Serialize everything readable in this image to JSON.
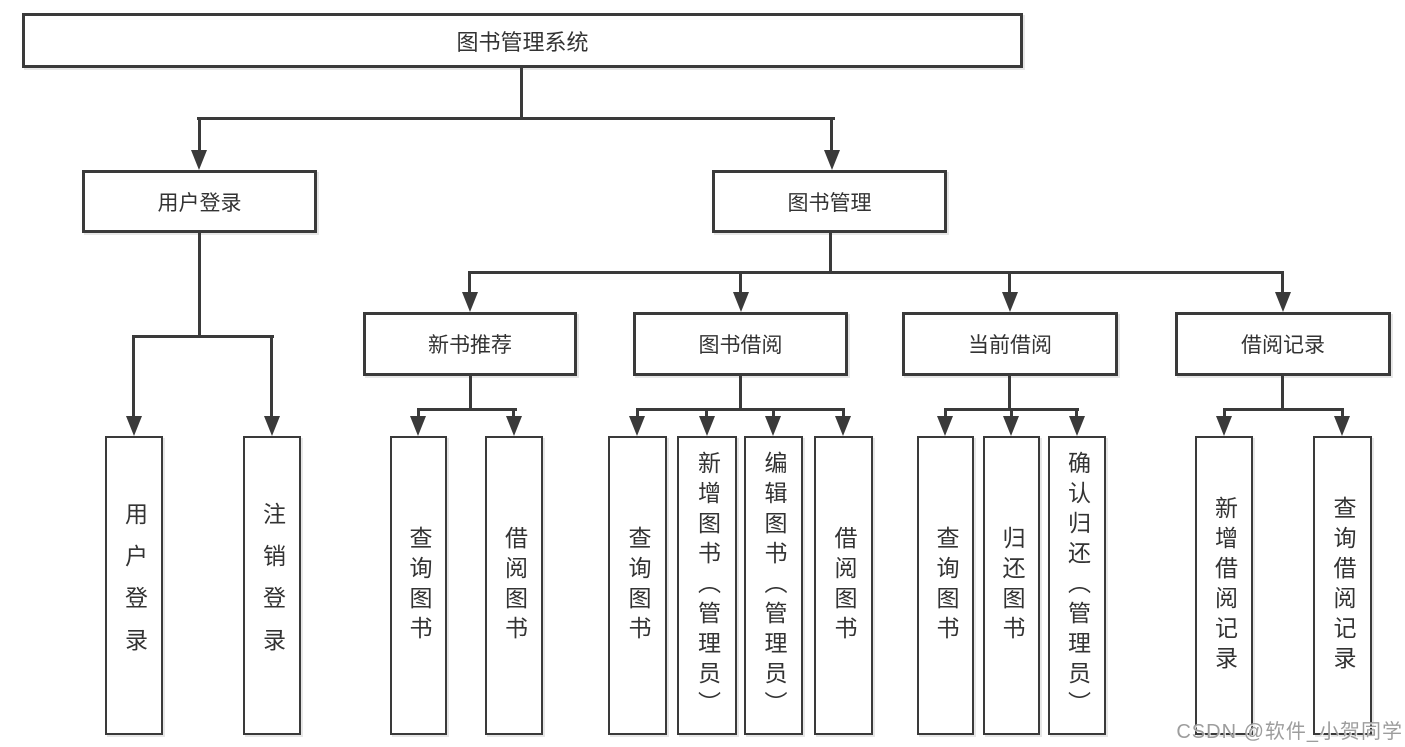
{
  "diagram": {
    "root": {
      "label": "图书管理系统"
    },
    "level2": [
      {
        "label": "用户登录",
        "children": [
          {
            "label": "用户登录"
          },
          {
            "label": "注销登录"
          }
        ]
      },
      {
        "label": "图书管理",
        "children": [
          {
            "label": "新书推荐",
            "children": [
              {
                "label": "查询图书"
              },
              {
                "label": "借阅图书"
              }
            ]
          },
          {
            "label": "图书借阅",
            "children": [
              {
                "label": "查询图书"
              },
              {
                "label": "新增图书（管理员）"
              },
              {
                "label": "编辑图书（管理员）"
              },
              {
                "label": "借阅图书"
              }
            ]
          },
          {
            "label": "当前借阅",
            "children": [
              {
                "label": "查询图书"
              },
              {
                "label": "归还图书"
              },
              {
                "label": "确认归还（管理员）"
              }
            ]
          },
          {
            "label": "借阅记录",
            "children": [
              {
                "label": "新增借阅记录"
              },
              {
                "label": "查询借阅记录"
              }
            ]
          }
        ]
      }
    ]
  },
  "watermark": {
    "text": "CSDN @软件_小贺同学"
  },
  "colors": {
    "line": "#3a3a3a",
    "text": "#333333",
    "watermark": "#9d9d9d",
    "background": "#ffffff"
  }
}
